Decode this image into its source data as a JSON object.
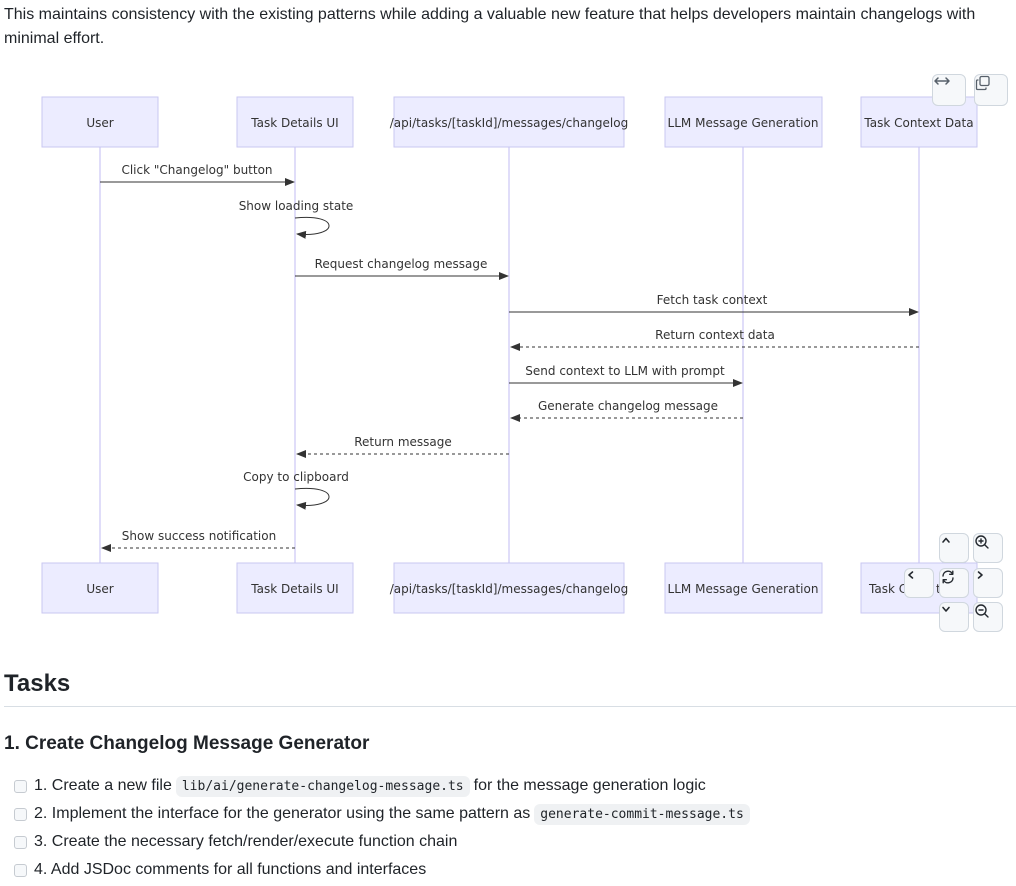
{
  "intro_text": "This maintains consistency with the existing patterns while adding a valuable new feature that helps developers maintain changelogs with minimal effort.",
  "diagram": {
    "participants": [
      "User",
      "Task Details UI",
      "/api/tasks/[taskId]/messages/changelog",
      "LLM Message Generation",
      "Task Context Data"
    ],
    "bottom_participants": [
      "User",
      "Task Details UI",
      "/api/tasks/[taskId]/messages/changelog",
      "LLM Message Generation",
      "Task C",
      "t"
    ],
    "messages": [
      "Click \"Changelog\" button",
      "Show loading state",
      "Request changelog message",
      "Fetch task context",
      "Return context data",
      "Send context to LLM with prompt",
      "Generate changelog message",
      "Return message",
      "Copy to clipboard",
      "Show success notification"
    ],
    "colors": {
      "participant_fill": "#ECECFF",
      "participant_border": "#c9c7f2",
      "lifeline": "#d5d2f7",
      "arrow": "#333333"
    },
    "controls": {
      "top": [
        "expand-horizontal-icon",
        "copy-icon"
      ],
      "nav": [
        "chevron-up-icon",
        "zoom-in-icon",
        "chevron-left-icon",
        "reset-icon",
        "chevron-right-icon",
        "chevron-down-icon",
        "zoom-out-icon"
      ]
    }
  },
  "tasks": {
    "heading": "Tasks",
    "section_title": "1. Create Changelog Message Generator",
    "items": [
      {
        "before": "1. Create a new file",
        "code": "lib/ai/generate-changelog-message.ts",
        "after": "for the message generation logic"
      },
      {
        "before": "2. Implement the interface for the generator using the same pattern as",
        "code": "generate-commit-message.ts",
        "after": ""
      },
      {
        "before": "3. Create the necessary fetch/render/execute function chain",
        "code": "",
        "after": ""
      },
      {
        "before": "4. Add JSDoc comments for all functions and interfaces",
        "code": "",
        "after": ""
      }
    ]
  }
}
